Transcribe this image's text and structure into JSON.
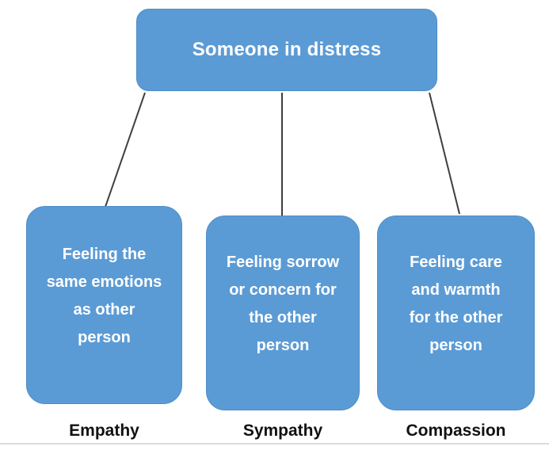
{
  "diagram": {
    "root": {
      "label": "Someone in distress"
    },
    "branches": [
      {
        "text": "Feeling the same emotions as other person",
        "lines": [
          "Feeling the",
          "same emotions",
          "as other",
          "person"
        ],
        "label": "Empathy"
      },
      {
        "text": "Feeling sorrow or concern for the other person",
        "lines": [
          "Feeling sorrow",
          "or concern for",
          "the other",
          "person"
        ],
        "label": "Sympathy"
      },
      {
        "text": "Feeling care and warmth for the other person",
        "lines": [
          "Feeling care",
          "and warmth",
          "for the other",
          "person"
        ],
        "label": "Compassion"
      }
    ],
    "colors": {
      "node_fill": "#5b9bd5",
      "node_border": "#4f8dc6",
      "node_text": "#ffffff",
      "label_text": "#111111",
      "connector": "#3f3f3f",
      "divider": "#d6dbe1"
    }
  }
}
